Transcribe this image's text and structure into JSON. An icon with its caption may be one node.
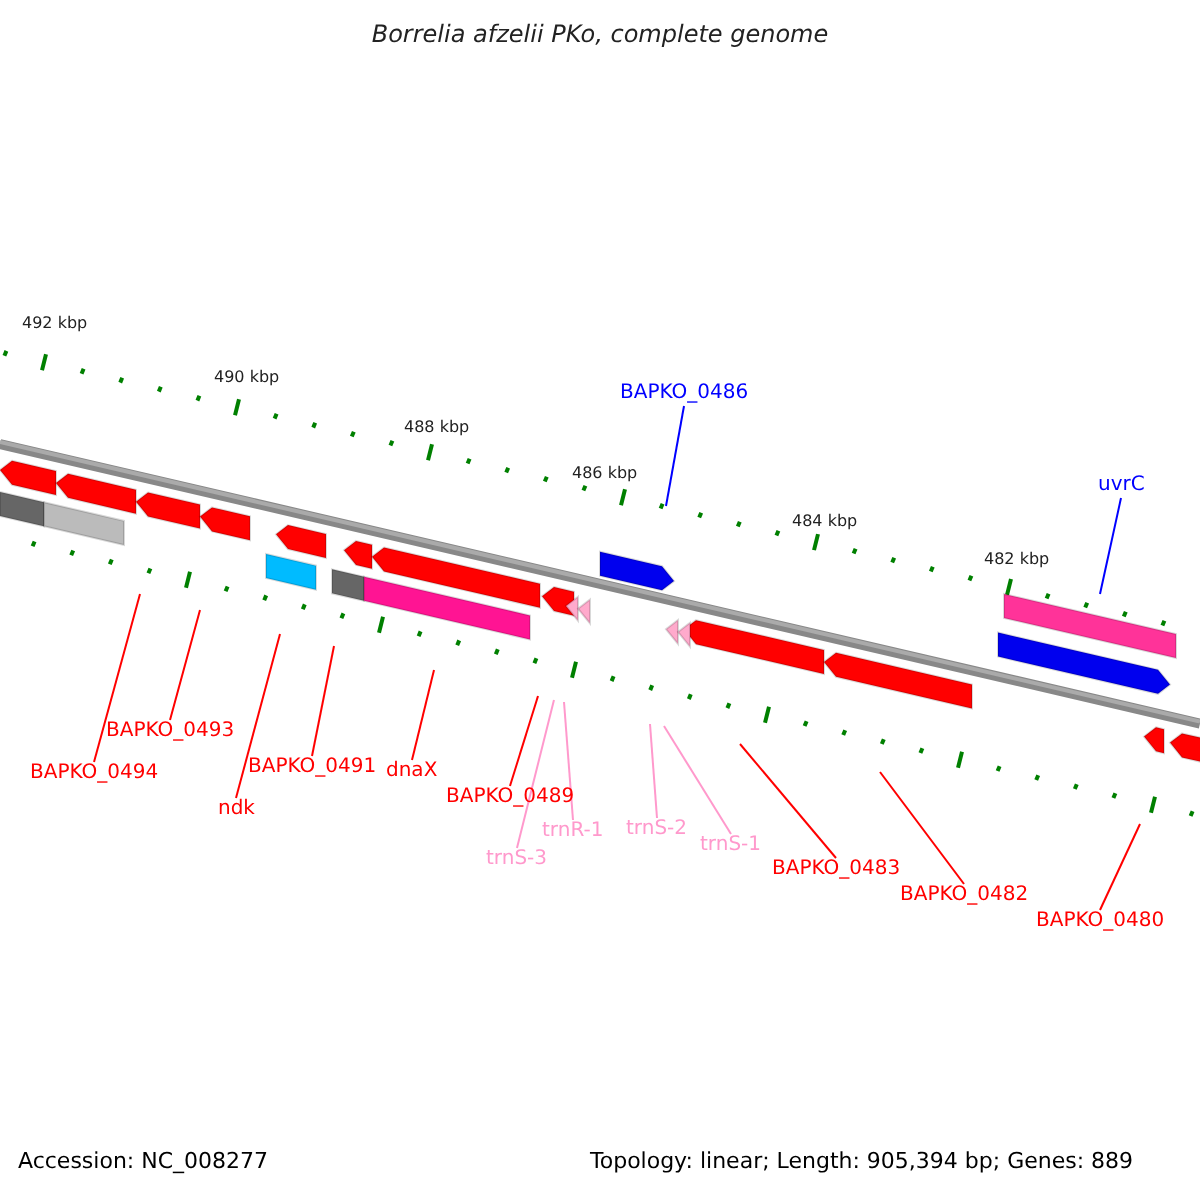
{
  "diagram": {
    "title": "Borrelia afzelii PKo, complete genome",
    "nodes": [
      {
        "text": [
          "BAPKO_0486"
        ]
      },
      {
        "text": [
          "uvrC"
        ]
      },
      {
        "text": [
          "BAPKO_0493"
        ]
      },
      {
        "text": [
          "BAPKO_0491"
        ]
      },
      {
        "text": [
          "dnaX"
        ]
      },
      {
        "text": [
          "BAPKO_0494"
        ]
      },
      {
        "text": [
          "BAPKO_0489"
        ]
      },
      {
        "text": [
          "ndk"
        ]
      },
      {
        "text": [
          "trnS-2"
        ]
      },
      {
        "text": [
          "trnR-1"
        ]
      },
      {
        "text": [
          "trnS-1"
        ]
      },
      {
        "text": [
          "trnS-3"
        ]
      },
      {
        "text": [
          "BAPKO_0483"
        ]
      },
      {
        "text": [
          "BAPKO_0482"
        ]
      },
      {
        "text": [
          "BAPKO_0480"
        ]
      }
    ],
    "edges": [
      {
        "from": 0,
        "to": null,
        "arrow": "none",
        "color": "#0000ff"
      },
      {
        "from": 1,
        "to": null,
        "arrow": "none",
        "color": "#0000ff"
      },
      {
        "from": 2,
        "to": null,
        "arrow": "none"
      },
      {
        "from": 3,
        "to": null,
        "arrow": "none"
      },
      {
        "from": 4,
        "to": null,
        "arrow": "none"
      },
      {
        "from": 5,
        "to": null,
        "arrow": "none"
      },
      {
        "from": 6,
        "to": null,
        "arrow": "none"
      },
      {
        "from": 7,
        "to": null,
        "arrow": "none"
      },
      {
        "from": 8,
        "to": null,
        "arrow": "none",
        "color": "#ff99cc"
      },
      {
        "from": 9,
        "to": null,
        "arrow": "none",
        "color": "#ff99cc"
      },
      {
        "from": 10,
        "to": null,
        "arrow": "none",
        "color": "#ff99cc"
      },
      {
        "from": 11,
        "to": null,
        "arrow": "none",
        "color": "#ff99cc"
      },
      {
        "from": 12,
        "to": null,
        "arrow": "none"
      },
      {
        "from": 13,
        "to": null,
        "arrow": "none"
      },
      {
        "from": 14,
        "to": null,
        "arrow": "none"
      }
    ],
    "labels": [
      "492 kbp",
      "490 kbp",
      "488 kbp",
      "486 kbp",
      "484 kbp",
      "482 kbp",
      "Accession: NC_008277",
      "Topology: linear; Length: 905,394 bp; Genes: 889"
    ]
  }
}
